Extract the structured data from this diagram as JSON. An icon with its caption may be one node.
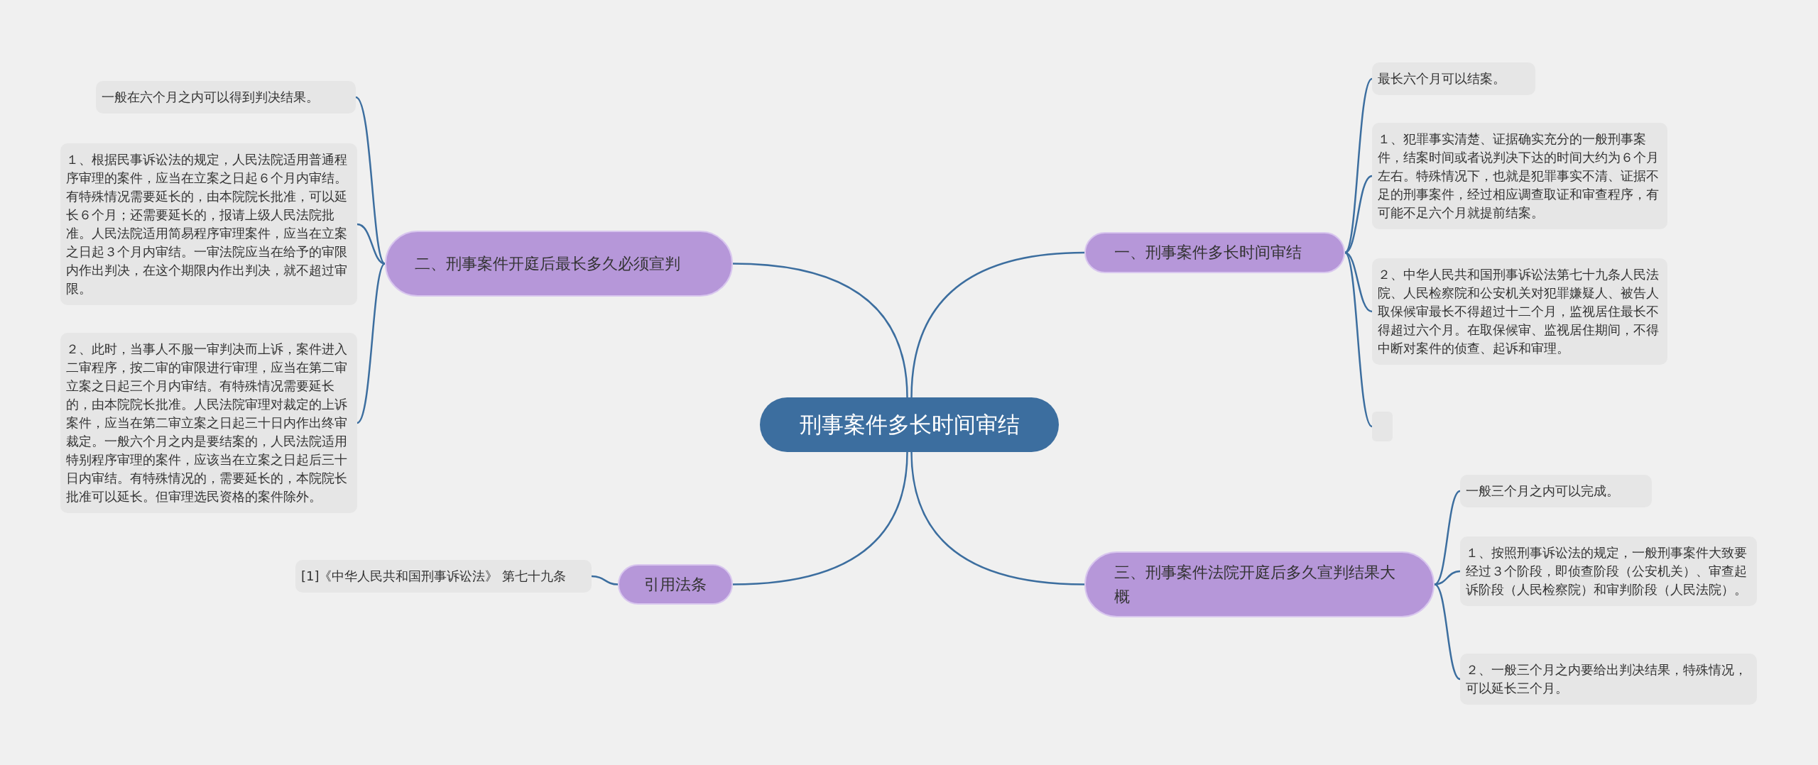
{
  "diagram": {
    "nodes": [
      {
        "text": [
          "刑事案件多长时间审结"
        ]
      },
      {
        "text": [
          "一、刑事案件多长时间审结"
        ]
      },
      {
        "text": [
          "最长六个月可以结案。"
        ]
      },
      {
        "text": [
          "１、犯罪事实清楚、证据确实充分的一般刑事案件，结案时间或者说判决下达的时间大约为６个月左右。特殊情况下，也就是犯罪事实不清、证据不足的刑事案件，经过相应调查取证和审查程序，有可能不足六个月就提前结案。"
        ]
      },
      {
        "text": [
          "２、中华人民共和国刑事诉讼法第七十九条人民法院、人民检察院和公安机关对犯罪嫌疑人、被告人取保候审最长不得超过十二个月，监视居住最长不得超过六个月。在取保候审、监视居住期间，不得中断对案件的侦查、起诉和审理。"
        ]
      },
      {
        "text": [],
        "shape": "box"
      },
      {
        "text": [
          "二、刑事案件开庭后最长多久必须宣判"
        ]
      },
      {
        "text": [
          "一般在六个月之内可以得到判决结果。"
        ]
      },
      {
        "text": [
          "１、根据民事诉讼法的规定，人民法院适用普通程序审理的案件，应当在立案之日起６个月内审结。有特殊情况需要延长的，由本院院长批准，可以延长６个月；还需要延长的，报请上级人民法院批准。人民法院适用简易程序审理案件，应当在立案之日起３个月内审结。一审法院应当在给予的审限内作出判决，在这个期限内作出判决，就不超过审限。"
        ]
      },
      {
        "text": [
          "２、此时，当事人不服一审判决而上诉，案件进入二审程序，按二审的审限进行审理，应当在第二审立案之日起三个月内审结。有特殊情况需要延长的，由本院院长批准。人民法院审理对裁定的上诉案件，应当在第二审立案之日起三十日内作出终审裁定。一般六个月之内是要结案的，人民法院适用特别程序审理的案件，应该当在立案之日起后三十日内审结。有特殊情况的，需要延长的，本院院长批准可以延长。但审理选民资格的案件除外。"
        ]
      },
      {
        "text": [
          "引用法条"
        ]
      },
      {
        "text": [
          "[1]《中华人民共和国刑事诉讼法》 第七十九条"
        ]
      },
      {
        "text": [
          "三、刑事案件法院开庭后多久宣判结果大概"
        ]
      },
      {
        "text": [
          "一般三个月之内可以完成。"
        ]
      },
      {
        "text": [
          "１、按照刑事诉讼法的规定，一般刑事案件大致要经过３个阶段，即侦查阶段（公安机关）、审查起诉阶段（人民检察院）和审判阶段（人民法院）。"
        ]
      },
      {
        "text": [
          "２、一般三个月之内要给出判决结果，特殊情况，可以延长三个月。"
        ]
      }
    ],
    "edges": [
      {
        "from": 0,
        "to": 1,
        "arrow": "none"
      },
      {
        "from": 1,
        "to": 2,
        "arrow": "none"
      },
      {
        "from": 1,
        "to": 3,
        "arrow": "none"
      },
      {
        "from": 1,
        "to": 4,
        "arrow": "none"
      },
      {
        "from": 1,
        "to": 5,
        "arrow": "none"
      },
      {
        "from": 0,
        "to": 6,
        "arrow": "none"
      },
      {
        "from": 6,
        "to": 7,
        "arrow": "none"
      },
      {
        "from": 6,
        "to": 8,
        "arrow": "none"
      },
      {
        "from": 6,
        "to": 9,
        "arrow": "none"
      },
      {
        "from": 0,
        "to": 10,
        "arrow": "none"
      },
      {
        "from": 10,
        "to": 11,
        "arrow": "none"
      },
      {
        "from": 0,
        "to": 12,
        "arrow": "none"
      },
      {
        "from": 12,
        "to": 13,
        "arrow": "none"
      },
      {
        "from": 12,
        "to": 14,
        "arrow": "none"
      },
      {
        "from": 12,
        "to": 15,
        "arrow": "none"
      }
    ]
  }
}
